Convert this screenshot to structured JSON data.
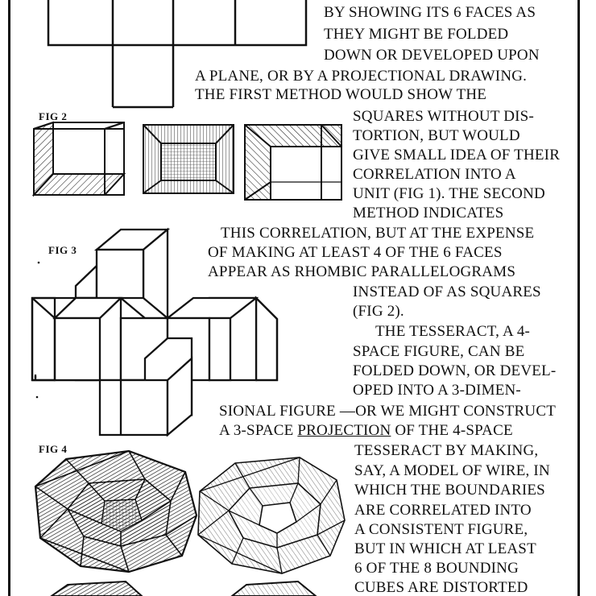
{
  "labels": {
    "fig2": "FIG 2",
    "fig3": "FIG 3",
    "fig4": "FIG 4"
  },
  "text_lines": [
    "BY SHOWING ITS 6 FACES AS",
    "THEY MIGHT BE FOLDED",
    "DOWN OR DEVELOPED UPON",
    "A PLANE, OR BY A PROJECTIONAL DRAWING.",
    "THE FIRST METHOD WOULD SHOW THE",
    "SQUARES WITHOUT DIS-",
    "TORTION, BUT WOULD",
    "GIVE SMALL IDEA OF THEIR",
    "CORRELATION INTO A",
    "UNIT (FIG 1). THE SECOND",
    "METHOD INDICATES",
    "THIS CORRELATION, BUT AT THE EXPENSE",
    "OF MAKING AT LEAST 4 OF THE 6 FACES",
    "APPEAR AS RHOMBIC PARALLELOGRAMS",
    "INSTEAD OF AS SQUARES",
    "(FIG 2).",
    "THE TESSERACT, A 4-",
    "SPACE FIGURE, CAN BE",
    "FOLDED DOWN, OR DEVEL-",
    "OPED INTO A 3-DIMEN-",
    "SIONAL FIGURE —OR WE MIGHT CONSTRUCT",
    "A 3-SPACE ",
    "PROJECTION",
    " OF THE 4-SPACE",
    "TESSERACT BY MAKING,",
    "SAY, A MODEL OF WIRE, IN",
    "WHICH THE BOUNDARIES",
    "ARE CORRELATED INTO",
    "A CONSISTENT FIGURE,",
    "BUT IN WHICH AT LEAST",
    "6 OF THE 8 BOUNDING",
    "CUBES ARE DISTORTED"
  ]
}
